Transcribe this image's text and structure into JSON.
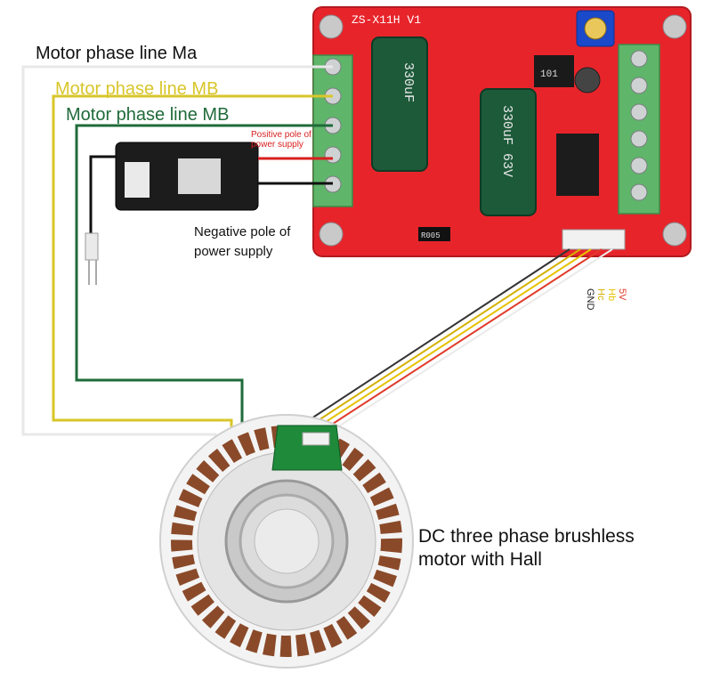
{
  "labels": {
    "phase_a": "Motor phase line Ma",
    "phase_b1": "Motor phase line MB",
    "phase_b2": "Motor phase line MB",
    "positive": [
      "Positive pole of",
      "power supply"
    ],
    "negative": [
      "Negative pole of",
      "power supply"
    ],
    "motor": [
      "DC three phase brushless",
      "motor with Hall"
    ]
  },
  "board": {
    "model": "ZS-X11H V1",
    "cap_left": "330uF",
    "cap_right": "330uF 63V",
    "resistor": "101",
    "shunt": "R005"
  },
  "hall_pins": [
    {
      "label": "5V",
      "color": "#e03a2a"
    },
    {
      "label": "Hb",
      "color": "#e6c200"
    },
    {
      "label": "Hc",
      "color": "#d4b100"
    },
    {
      "label": "GND",
      "color": "#222222"
    }
  ],
  "colors": {
    "wire_a": "#e8e8e8",
    "wire_b_yellow": "#d8c62a",
    "wire_b_green": "#1f6b3a",
    "wire_pos": "#d81f1f",
    "wire_neg": "#111111",
    "board": "#e8242b",
    "terminal": "#5fb56a"
  }
}
